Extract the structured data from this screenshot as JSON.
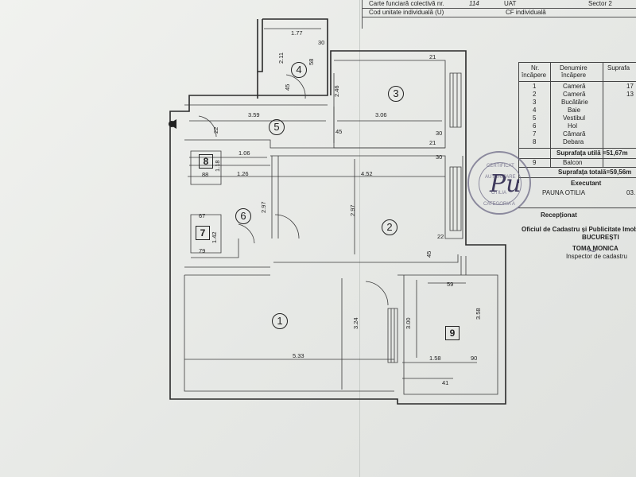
{
  "header": {
    "row1": "Carte funciară colectivă nr.",
    "row1_value": "114",
    "row1_uat": "UAT",
    "row1_sector": "Sector 2",
    "row2": "Cod unitate individuală (U)",
    "row2_cf": "CF individuală"
  },
  "rooms": {
    "r1": "1",
    "r2": "2",
    "r3": "3",
    "r4": "4",
    "r5": "5",
    "r6": "6",
    "r7": "7",
    "r8": "8",
    "r9": "9"
  },
  "dimensions": {
    "d177": "1.77",
    "d30a": "30",
    "d211": "2.11",
    "d58": "58",
    "d45a": "45",
    "d21a": "21",
    "d246": "2.46",
    "d359": "3.59",
    "d306": "3.06",
    "d22a": "22",
    "d45b": "45",
    "d30b": "30",
    "d21b": "21",
    "d30c": "30",
    "d106": "1.06",
    "d126": "1.26",
    "d452": "4.52",
    "d88": "88",
    "d118": "1.18",
    "d297a": "2.97",
    "d297b": "2.97",
    "d67": "67",
    "d142": "1.42",
    "d79": "79",
    "d22b": "22",
    "d45c": "45",
    "d59": "59",
    "d324": "3.24",
    "d300": "3.00",
    "d358": "3.58",
    "d533": "5.33",
    "d158": "1.58",
    "d90": "90",
    "d41": "41"
  },
  "legend": {
    "h_nr": "Nr.",
    "h_incapere": "încăpere",
    "h_denumire": "Denumire",
    "h_denumire2": "încăpere",
    "h_supra": "Suprafa",
    "rows": [
      {
        "nr": "1",
        "name": "Cameră",
        "area": "17"
      },
      {
        "nr": "2",
        "name": "Cameră",
        "area": "13"
      },
      {
        "nr": "3",
        "name": "Bucătărie",
        "area": ""
      },
      {
        "nr": "4",
        "name": "Baie",
        "area": ""
      },
      {
        "nr": "5",
        "name": "Vestibul",
        "area": ""
      },
      {
        "nr": "6",
        "name": "Hol",
        "area": ""
      },
      {
        "nr": "7",
        "name": "Cămară",
        "area": ""
      },
      {
        "nr": "8",
        "name": "Debara",
        "area": ""
      }
    ],
    "util": "Suprafața utilă =51,67m",
    "row9_nr": "9",
    "row9_name": "Balcon",
    "total": "Suprafața totală=59,56m",
    "executant": "Executant",
    "executant_name": "PAUNA OTILIA",
    "executant_date": "03.",
    "receptionat": "Recepționat"
  },
  "stamp": {
    "t1": "CERTIFICAT",
    "t2": "AUTORIZARE",
    "t3": "OTILIA",
    "t4": "CATEGORIA A"
  },
  "office": {
    "line1": "Oficiul de Cadastru și Publicitate Imob",
    "line2": "BUCUREȘTI",
    "line3": "TOMA MONICA",
    "line4": "Inspector de cadastru"
  }
}
